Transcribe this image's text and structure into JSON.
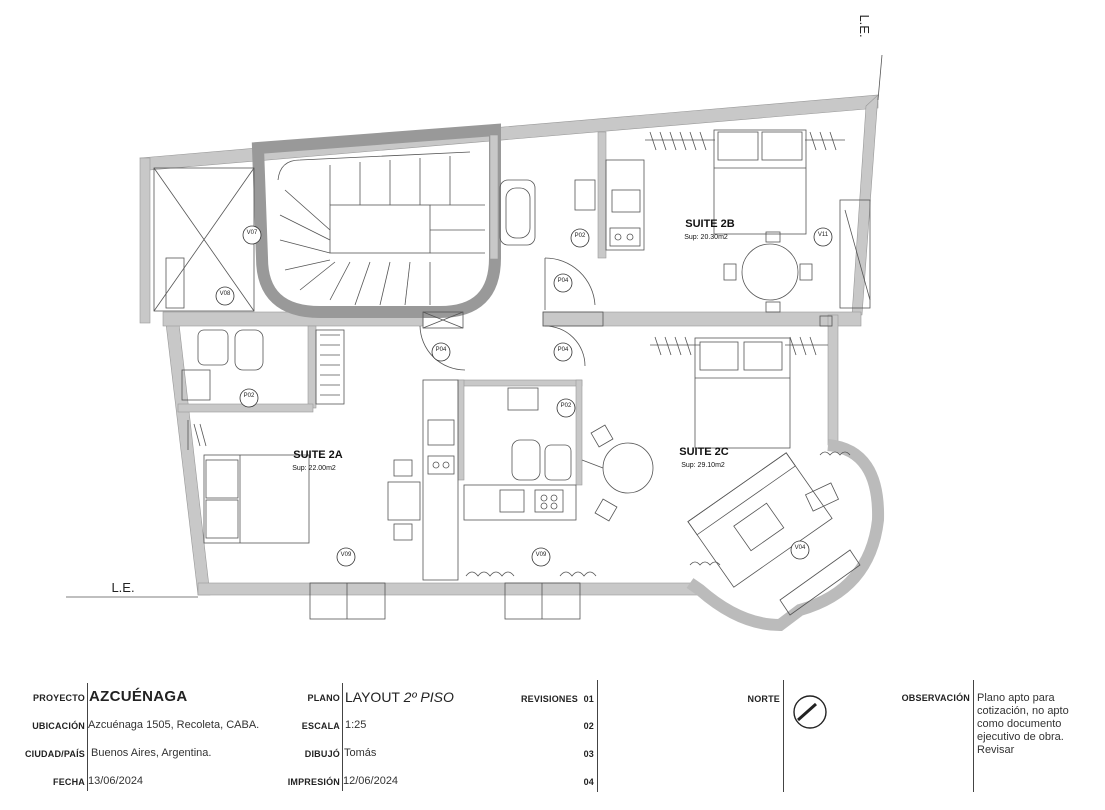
{
  "plan": {
    "le_top": "L.E.",
    "le_left": "L.E.",
    "rooms": [
      {
        "name": "SUITE 2B",
        "area": "Sup: 20.30m2"
      },
      {
        "name": "SUITE 2A",
        "area": "Sup: 22.00m2"
      },
      {
        "name": "SUITE 2C",
        "area": "Sup: 29.10m2"
      }
    ],
    "tags": {
      "v07": "V07",
      "v08": "V08",
      "p02_a": "P02",
      "p04_a": "P04",
      "v11": "V11",
      "p04_b": "P04",
      "p04_c": "P04",
      "p02_b": "P02",
      "p02_c": "P02",
      "v09_a": "V09",
      "v09_b": "V09",
      "v04": "V04"
    }
  },
  "titleblock": {
    "proyecto_label": "PROYECTO",
    "proyecto_value": "AZCUÉNAGA",
    "ubicacion_label": "UBICACIÓN",
    "ubicacion_value": "Azcuénaga 1505, Recoleta, CABA.",
    "ciudad_label": "CIUDAD/PAÍS",
    "ciudad_value": "Buenos Aires, Argentina.",
    "fecha_label": "FECHA",
    "fecha_value": "13/06/2024",
    "plano_label": "PLANO",
    "plano_value_main": "LAYOUT",
    "plano_value_ital": "2º PISO",
    "escala_label": "ESCALA",
    "escala_value": "1:25",
    "dibujo_label": "DIBUJÓ",
    "dibujo_value": "Tomás",
    "impresion_label": "IMPRESIÓN",
    "impresion_value": "12/06/2024",
    "revisiones_label": "REVISIONES",
    "rev": [
      "01",
      "02",
      "03",
      "04"
    ],
    "norte_label": "NORTE",
    "observacion_label": "OBSERVACIÓN",
    "observacion_lines": [
      "Plano apto para",
      "cotización, no apto",
      "como documento",
      "ejecutivo de obra.",
      "Revisar"
    ]
  }
}
